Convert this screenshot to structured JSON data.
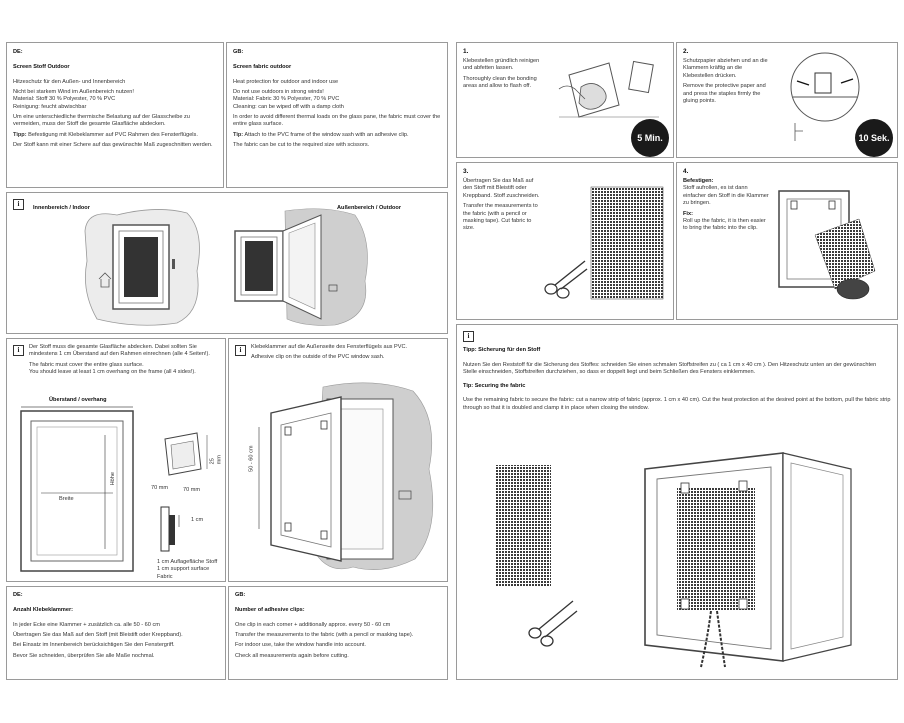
{
  "panel_de_fabric": {
    "tag": "DE:",
    "title": "Screen Stoff Outdoor",
    "subtitle": "Hitzeschutz für den Außen- und Innenbereich",
    "lines": [
      "Nicht bei starkem Wind im Außenbereich nutzen!\nMaterial: Stoff 30 % Polyester, 70 % PVC\nReinigung: feucht abwischbar",
      "Um eine unterschiedliche thermische Belastung auf der Glasscheibe zu vermeiden, muss der Stoff die gesamte Glasfläche abdecken."
    ],
    "tip_label": "Tipp:",
    "tip": "Befestigung mit Klebeklammer auf PVC Rahmen des Fensterflügels.",
    "last": "Der Stoff kann mit einer Schere auf das gewünschte Maß zugeschnitten werden."
  },
  "panel_gb_fabric": {
    "tag": "GB:",
    "title": "Screen fabric outdoor",
    "subtitle": "Heat protection for outdoor and indoor use",
    "lines": [
      "Do not use outdoors in strong winds!\nMaterial: Fabric 30 % Polyester, 70 % PVC\nCleaning: can be wiped off with a damp cloth",
      "In order to avoid different thermal loads on the glass pane, the fabric must cover the entire glass surface."
    ],
    "tip_label": "Tip:",
    "tip": "Attach to the PVC frame of the window sash with an adhesive clip.",
    "last": "The fabric can be cut to the required size with scissors."
  },
  "panel_in_out": {
    "info": "i",
    "indoor_label": "Innenbereich / Indoor",
    "outdoor_label": "Außenbereich / Outdoor"
  },
  "step1": {
    "num": "1.",
    "de": "Klebestellen gründlich reinigen und abfetten lassen.",
    "en": "Thoroughly clean the bonding areas and allow to flash off.",
    "badge": "5 Min."
  },
  "step2": {
    "num": "2.",
    "de": "Schutzpapier abziehen und an die Klammern kräftig an die Klebestellen drücken.",
    "en": "Remove the protective paper and and press the staples firmly the gluing points.",
    "badge": "10 Sek."
  },
  "step3": {
    "num": "3.",
    "de": "Übertragen Sie das Maß auf den Stoff mit Bleistift oder Kreppband. Stoff zuschneiden.",
    "en": "Transfer the measurements to the fabric (with a pencil or masking tape). Cut fabric to size."
  },
  "step4": {
    "num": "4.",
    "de_label": "Befestigen:",
    "de": "Stoff aufrollen, es ist dann einfacher den Stoff in die Klammer zu bringen.",
    "en_label": "Fix:",
    "en": "Roll up the fabric, it is then easier to bring the fabric into the clip."
  },
  "panel_overlap": {
    "info": "i",
    "de": "Der Stoff muss die gesamte Glasfläche abdecken. Dabei sollten Sie mindestens 1 cm Überstand auf den Rahmen einrechnen (alle 4 Seiten!).",
    "en": "The fabric must cover the entire glass surface.\nYou should leave at least 1 cm overhang on the frame (all 4 sides!).",
    "overhang_label": "Überstand / overhang",
    "width_label": "Breite",
    "height_label": "Höhe",
    "dim_a": "70 mm",
    "dim_b": "70 mm",
    "dim_c": "25 mm",
    "dim_1cm": "1 cm",
    "support_de": "1 cm Auflagefläche Stoff",
    "support_en": "1 cm support surface Fabric"
  },
  "panel_clip_outside": {
    "info": "i",
    "de": "Klebeklammer auf die Außenseite des Fensterflügels aus PVC.",
    "en": "Adhesive clip on the outside of the PVC window sash.",
    "dim": "50 - 60 cm"
  },
  "panel_de_clips": {
    "tag": "DE:",
    "title": "Anzahl Klebeklammer:",
    "lines": [
      "In jeder Ecke eine Klammer + zusätzlich ca. alle 50 - 60 cm",
      "Übertragen Sie das Maß auf den Stoff (mit Bleistift oder Kreppband).",
      "Bei Einsatz im Innenbereich berücksichtigen Sie den Fenstergriff.",
      "Bevor Sie schneiden, überprüfen Sie alle Maße nochmal."
    ]
  },
  "panel_gb_clips": {
    "tag": "GB:",
    "title": "Number of adhesive clips:",
    "lines": [
      "One clip in each corner + additionally approx. every 50 - 60 cm",
      "Transfer the measurements to the fabric (with a pencil or masking tape).",
      "For indoor use, take the window handle into account.",
      "Check all measurements again before cutting."
    ]
  },
  "panel_secure": {
    "info": "i",
    "tip_de_label": "Tipp: Sicherung für den Stoff",
    "tip_de": "Nutzen Sie den Reststoff für die Sicherung des Stoffes: schneiden Sie einen schmalen Stoffstreifen zu ( ca 1 cm x 40 cm ). Den Hitzeschutz unten an der gewünschten Stelle einschneiden, Stoffstreifen durchziehen, so dass er doppelt liegt und beim Schließen des Fensters einklemmen.",
    "tip_en_label": "Tip: Securing the fabric",
    "tip_en": "Use the remaining fabric to secure the fabric: cut a narrow strip of fabric (approx. 1 cm x 40 cm). Cut the heat protection at the desired point at the bottom, pull the fabric strip through so that it is doubled and clamp it in place when closing the window."
  }
}
